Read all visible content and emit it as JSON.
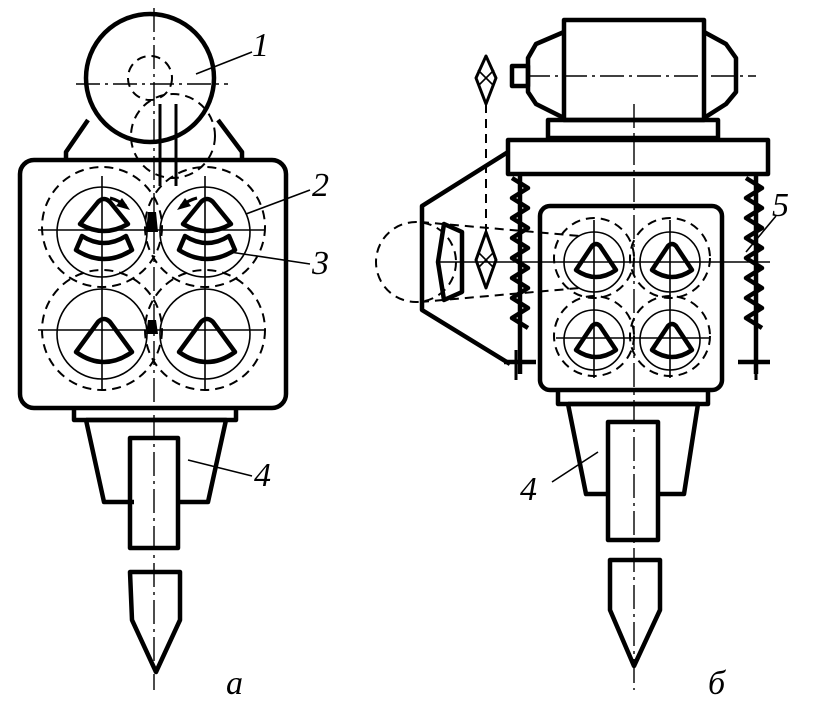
{
  "figure": {
    "colors": {
      "ink": "#000000",
      "paper": "#ffffff"
    },
    "view_a": {
      "caption": "а",
      "callouts": [
        "1",
        "2",
        "3",
        "4"
      ]
    },
    "view_b": {
      "caption": "б",
      "callouts": [
        "4",
        "5"
      ]
    }
  }
}
